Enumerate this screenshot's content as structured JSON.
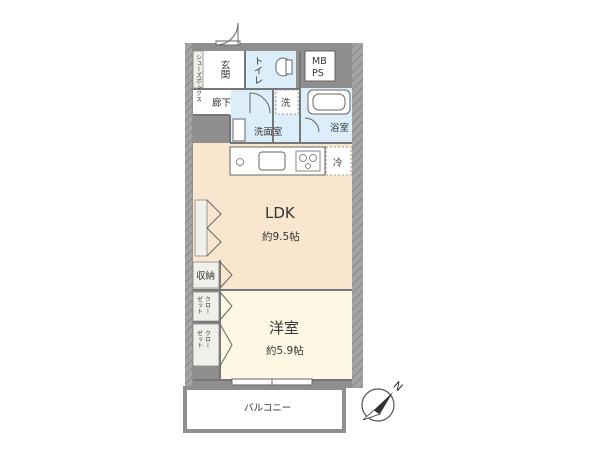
{
  "colors": {
    "wall": "#8f8f8f",
    "ldk_floor": "#f9e6cf",
    "room_floor": "#fcf8e4",
    "wet_floor": "#dceefa",
    "hall_floor": "#ffffff",
    "line": "#666666",
    "storage": "#f0efe9"
  },
  "rooms": {
    "entrance": {
      "label": "玄関"
    },
    "shoe_box": {
      "label": "シューズボックス"
    },
    "toilet": {
      "label": "トイレ"
    },
    "mbps": {
      "label_top": "MB",
      "label_bottom": "PS"
    },
    "corridor": {
      "label": "廊下"
    },
    "washer": {
      "label": "洗"
    },
    "washroom": {
      "label": "洗面室"
    },
    "bathroom": {
      "label": "浴室"
    },
    "fridge": {
      "label": "冷"
    },
    "ldk": {
      "label": "LDK",
      "area": "約9.5帖"
    },
    "storage": {
      "label": "収納"
    },
    "closet_1": {
      "label_top": "クロー",
      "label_bottom": "ゼット"
    },
    "closet_2": {
      "label_top": "クロー",
      "label_bottom": "ゼット"
    },
    "western_room": {
      "label": "洋室",
      "area": "約5.9帖"
    },
    "balcony": {
      "label": "バルコニー"
    }
  },
  "compass": {
    "label": "N",
    "icon": "compass-rose-icon"
  }
}
